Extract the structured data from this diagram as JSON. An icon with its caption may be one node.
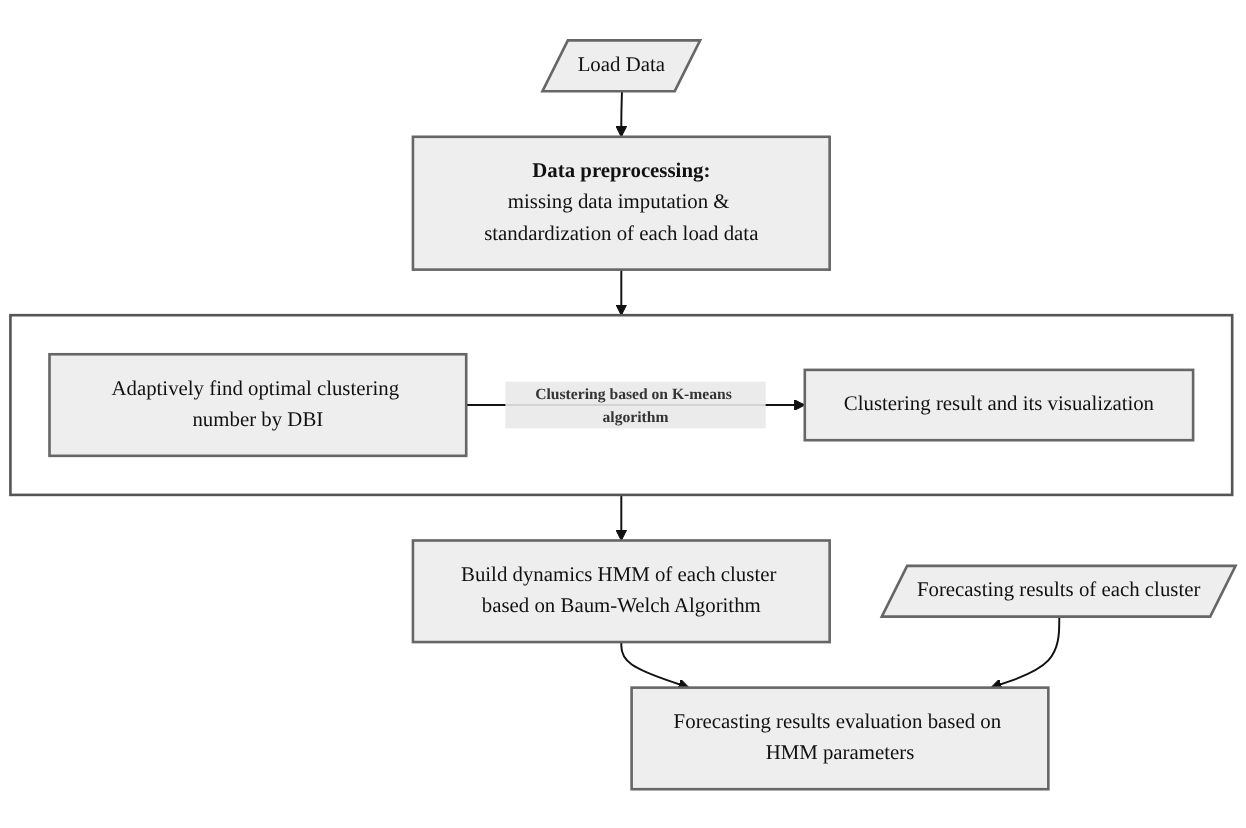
{
  "diagram": {
    "nodes": [
      {
        "text": [
          "Load Data"
        ]
      },
      {
        "text": [
          "Data preprocessing:",
          "missing data imputation & standardization of each load data"
        ]
      },
      {
        "text": [],
        "shape": "box"
      },
      {
        "text": [
          "Adaptively find optimal clustering number by DBI"
        ],
        "in": 2
      },
      {
        "text": [
          "Clustering result and its visualization"
        ],
        "in": 2
      },
      {
        "text": [
          "Build dynamics HMM of each cluster based on Baum-Welch Algorithm"
        ]
      },
      {
        "text": [
          "Forecasting results of each cluster"
        ]
      },
      {
        "text": [
          "Forecasting results evaluation based on HMM parameters"
        ]
      }
    ],
    "edges": [
      {
        "from": 0,
        "to": 1,
        "arrow": "to"
      },
      {
        "from": 1,
        "to": 2,
        "arrow": "to"
      },
      {
        "from": 3,
        "to": 4,
        "arrow": "to",
        "label": "Clustering based on K-means algorithm"
      },
      {
        "from": 2,
        "to": 5,
        "arrow": "to"
      },
      {
        "from": 5,
        "to": 7,
        "arrow": "to"
      },
      {
        "from": 6,
        "to": 7,
        "arrow": "to"
      }
    ]
  }
}
